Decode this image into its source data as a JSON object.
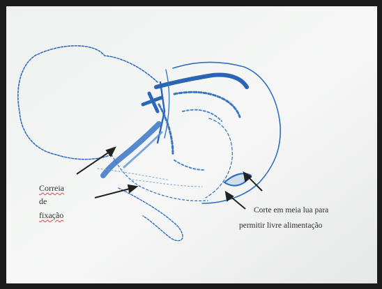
{
  "figure": {
    "ink_color": "#2f6fbf",
    "paper_color": "#f3f5f4",
    "labels": {
      "strap": [
        "Correia",
        "de",
        "fixação"
      ],
      "cut": [
        "Corte em meia lua para",
        "permitir livre alimentação"
      ]
    }
  }
}
